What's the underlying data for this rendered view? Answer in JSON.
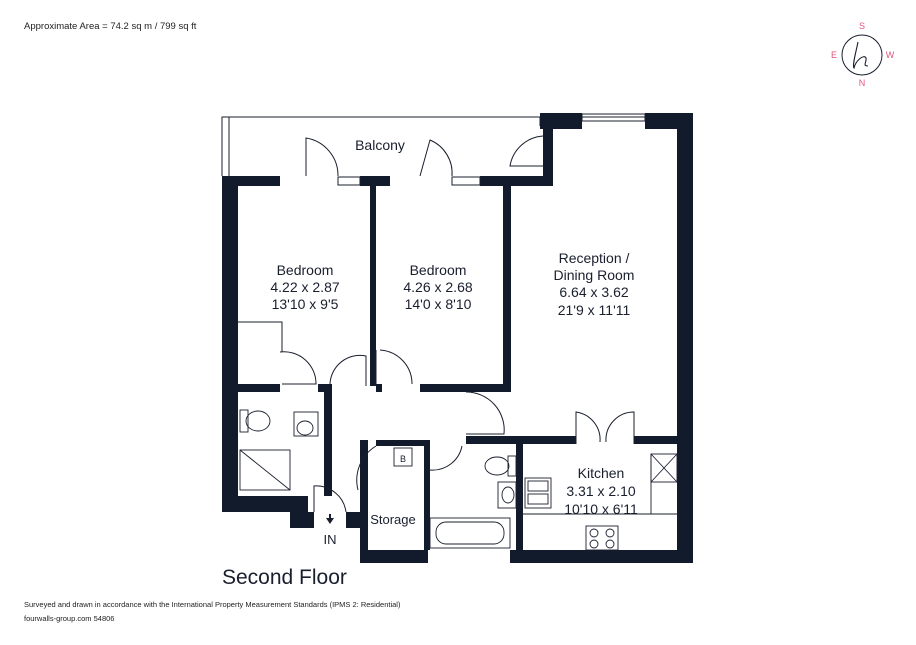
{
  "header": {
    "area_text": "Approximate Area = 74.2 sq m / 799 sq ft"
  },
  "compass": {
    "north": "N",
    "south": "S",
    "east": "E",
    "west": "W",
    "logo_letter": "h",
    "accent_color": "#e0557a"
  },
  "rooms": {
    "balcony": {
      "name": "Balcony"
    },
    "bedroom1": {
      "name": "Bedroom",
      "metric": "4.22 x 2.87",
      "imperial": "13'10 x 9'5"
    },
    "bedroom2": {
      "name": "Bedroom",
      "metric": "4.26 x 2.68",
      "imperial": "14'0 x 8'10"
    },
    "reception": {
      "name_line1": "Reception /",
      "name_line2": "Dining Room",
      "metric": "6.64 x 3.62",
      "imperial": "21'9 x 11'11"
    },
    "kitchen": {
      "name": "Kitchen",
      "metric": "3.31 x 2.10",
      "imperial": "10'10 x 6'11"
    },
    "storage": {
      "name": "Storage"
    },
    "boiler": {
      "name": "B"
    },
    "entrance": {
      "name": "IN"
    }
  },
  "floor_title": "Second Floor",
  "footer": {
    "line1": "Surveyed and drawn in accordance with the International Property Measurement Standards (IPMS 2: Residential)",
    "line2": "fourwalls-group.com 54806"
  },
  "colors": {
    "wall": "#121b2b",
    "text": "#1a1f2e"
  }
}
